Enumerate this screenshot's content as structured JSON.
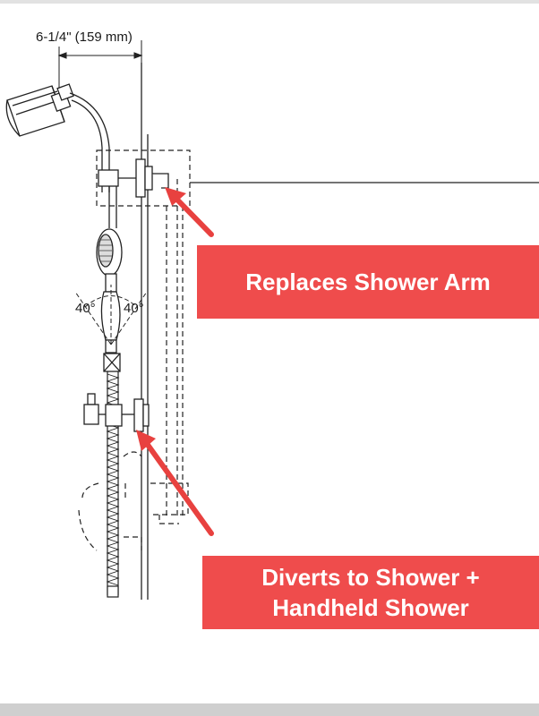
{
  "dimension": {
    "width_label": "6-1/4\" (159 mm)",
    "angle_left": "40°",
    "angle_right": "40°"
  },
  "callouts": [
    {
      "lines": [
        "Replaces Shower Arm"
      ]
    },
    {
      "lines": [
        "Diverts to Shower +",
        "Handheld Shower"
      ]
    }
  ],
  "colors": {
    "callout_bg": "#ef4c4c",
    "callout_text": "#ffffff",
    "arrow": "#e8413f",
    "line": "#222222"
  },
  "icons": [
    "shower-head-icon",
    "handheld-shower-icon",
    "arrow-icon"
  ]
}
